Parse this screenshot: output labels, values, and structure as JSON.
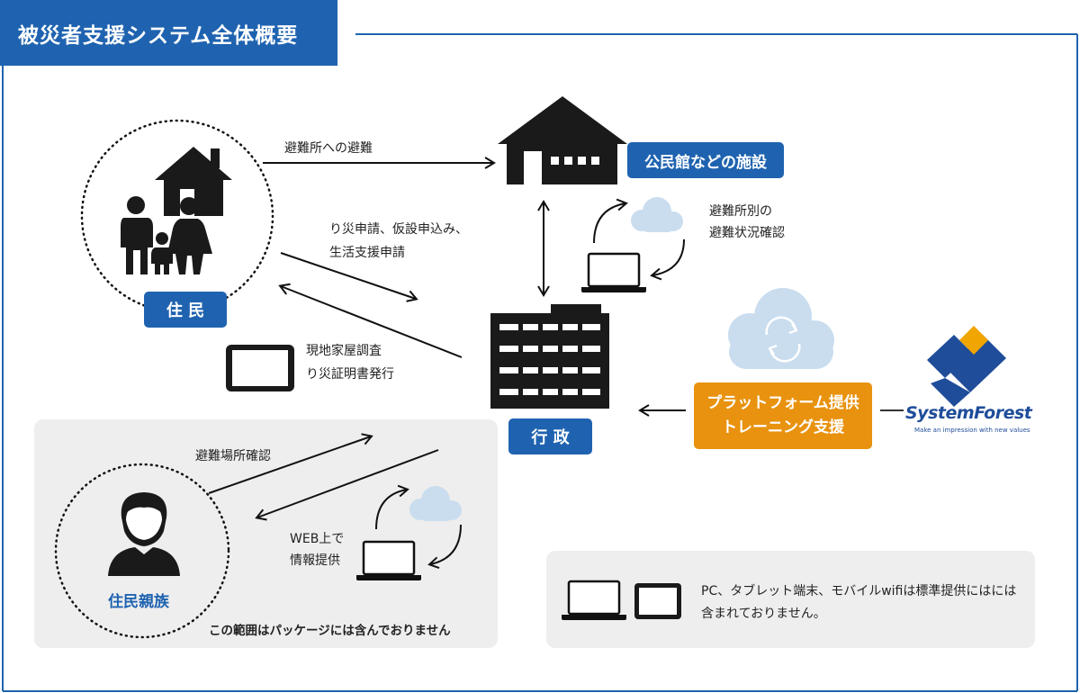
{
  "title": "被災者支援システム全体概要",
  "labels": {
    "resident": "住 民",
    "facility": "公民館などの施設",
    "government": "行 政",
    "relatives": "住民親族",
    "platform_line1": "プラットフォーム提供",
    "platform_line2": "トレーニング支援"
  },
  "texts": {
    "evacuation": "避難所への避難",
    "apply_line1": "り災申請、仮設申込み、",
    "apply_line2": "生活支援申請",
    "survey_line1": "現地家屋調査",
    "survey_line2": "り災証明書発行",
    "shelter_status_line1": "避難所別の",
    "shelter_status_line2": "避難状況確認",
    "location_confirm": "避難場所確認",
    "web_line1": "WEB上で",
    "web_line2": "情報提供",
    "out_of_scope": "この範囲はパッケージには含んでおりません"
  },
  "note": {
    "line1": "PC、タブレット端末、モバイルwifiは標準提供にはには",
    "line2": "含まれておりません。"
  },
  "logo": {
    "name": "SystemForest",
    "tagline": "Make an impression with new values"
  },
  "colors": {
    "brand_blue": "#1f63b0",
    "accent_orange": "#e8920f",
    "panel_gray": "#eeeeee",
    "cloud_blue": "#c9ddef",
    "icon_black": "#1a1a1a"
  }
}
